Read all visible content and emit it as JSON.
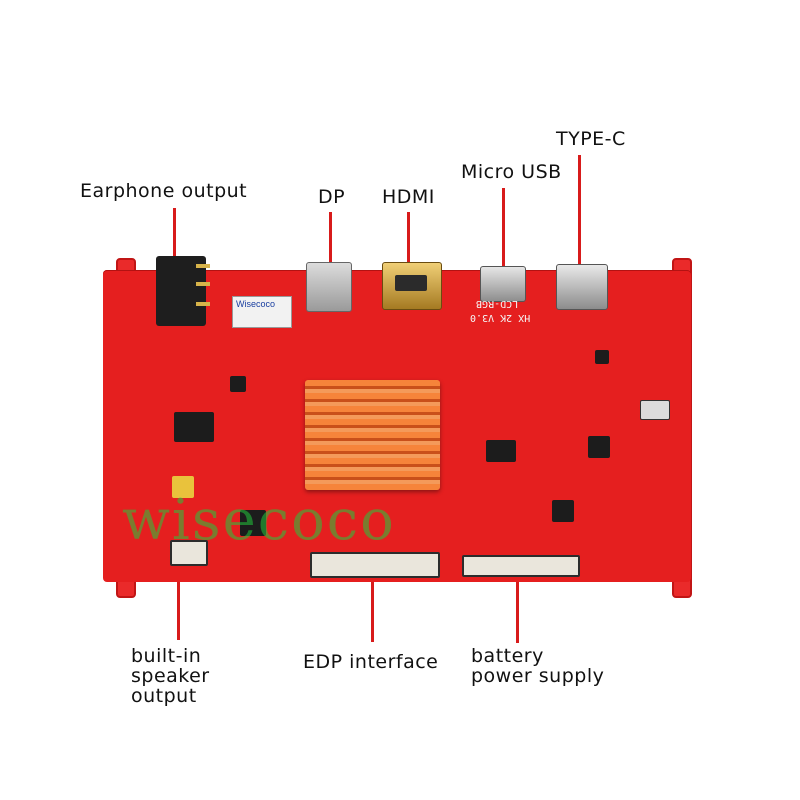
{
  "labels": {
    "earphone": "Earphone output",
    "dp": "DP",
    "hdmi": "HDMI",
    "micro_usb": "Micro USB",
    "type_c": "TYPE-C",
    "speaker": "built-in\nspeaker\noutput",
    "edp": "EDP interface",
    "battery": "battery\npower supply"
  },
  "board_silk": {
    "model": "HX 2K V3.0",
    "sub": "LCD-RGB",
    "sticker_brand": "Wisecoco"
  },
  "watermark": "wisecoco",
  "colors": {
    "pcb": "#e51f1f",
    "leader": "#d81b1b",
    "heatsink": "#f6843a",
    "watermark": "#23c83c"
  }
}
